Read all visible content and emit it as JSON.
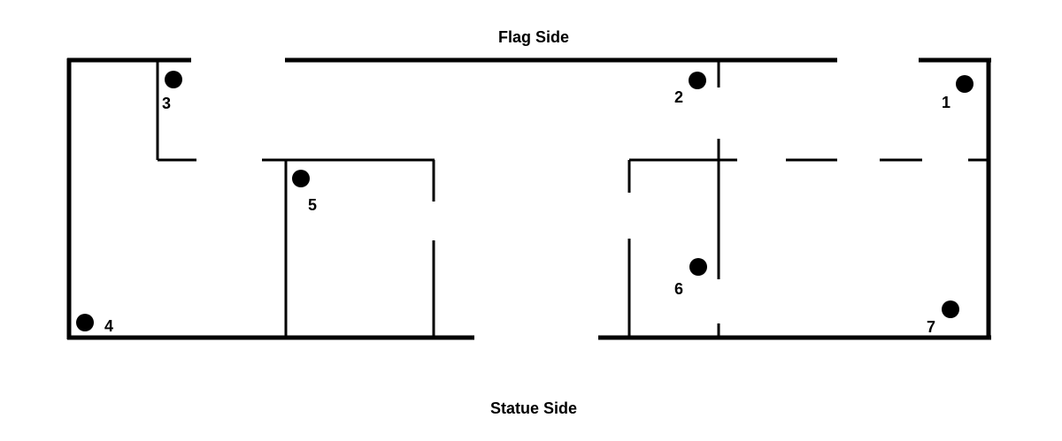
{
  "labels": {
    "top": "Flag Side",
    "bottom": "Statue Side"
  },
  "markers": [
    {
      "id": "1",
      "label": "1"
    },
    {
      "id": "2",
      "label": "2"
    },
    {
      "id": "3",
      "label": "3"
    },
    {
      "id": "4",
      "label": "4"
    },
    {
      "id": "5",
      "label": "5"
    },
    {
      "id": "6",
      "label": "6"
    },
    {
      "id": "7",
      "label": "7"
    }
  ],
  "colors": {
    "ink": "#000000",
    "background": "#ffffff"
  }
}
